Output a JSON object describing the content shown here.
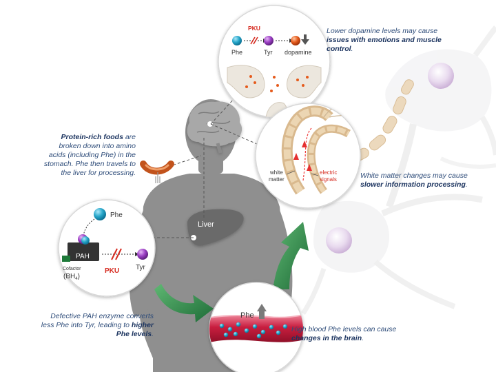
{
  "colors": {
    "text_blue": "#2f4d7a",
    "phe_teal": "#26a6c9",
    "tyr_purple": "#9b3fc4",
    "dopamine_orange": "#e55a1b",
    "pku_red": "#d62a1f",
    "arrow_green": "#2f8a4a",
    "silhouette": "#8f8f8f"
  },
  "notes": {
    "protein": {
      "bold": "Protein-rich foods",
      "rest": " are broken down into amino acids (including Phe) in the stomach. Phe then travels to the liver for processing."
    },
    "dopamine": {
      "pre": "Lower dopamine levels may cause ",
      "bold": "issues with emotions and muscle control",
      "post": "."
    },
    "white_matter": {
      "pre": "White matter changes may cause ",
      "bold": "slower information processing",
      "post": "."
    },
    "enzyme": {
      "pre": "Defective PAH enzyme converts less Phe into Tyr, leading to ",
      "bold": "higher Phe levels",
      "post": "."
    },
    "blood": {
      "pre": "High blood Phe levels can cause ",
      "bold": "changes in the brain",
      "post": "."
    }
  },
  "dopamine_panel": {
    "pku": "PKU",
    "phe": "Phe",
    "tyr": "Tyr",
    "dopamine": "dopamine"
  },
  "white_matter_panel": {
    "white_matter_line1": "white",
    "white_matter_line2": "matter",
    "electric_line1": "electric",
    "electric_line2": "signals"
  },
  "enzyme_panel": {
    "phe": "Phe",
    "pah": "PAH",
    "cofactor": "Cofactor",
    "bh4": "(BH",
    "bh4_sub": "4",
    "bh4_close": ")",
    "pku": "PKU",
    "tyr": "Tyr"
  },
  "liver_label": "Liver",
  "blood_panel": {
    "phe": "Phe"
  },
  "icons": [
    "sausage-food-icon",
    "brain-icon",
    "liver-icon",
    "neuron-icon",
    "synapse-icon",
    "up-arrow-icon",
    "down-arrow-icon",
    "green-curved-arrow-icon"
  ]
}
